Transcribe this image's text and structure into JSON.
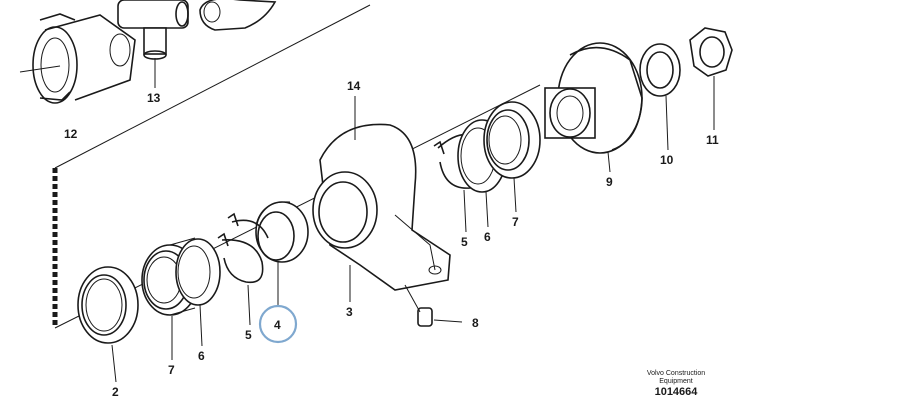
{
  "callouts": {
    "c2": "2",
    "c3": "3",
    "c4": "4",
    "c5a": "5",
    "c5b": "5",
    "c6a": "6",
    "c6b": "6",
    "c7a": "7",
    "c7b": "7",
    "c8": "8",
    "c9": "9",
    "c10": "10",
    "c11": "11",
    "c12": "12",
    "c13": "13",
    "c14": "14"
  },
  "caption": {
    "line1": "Volvo Construction",
    "line2": "Equipment",
    "number": "1014664"
  },
  "colors": {
    "line": "#1a1a1a",
    "highlight": "#7fa8cf"
  }
}
